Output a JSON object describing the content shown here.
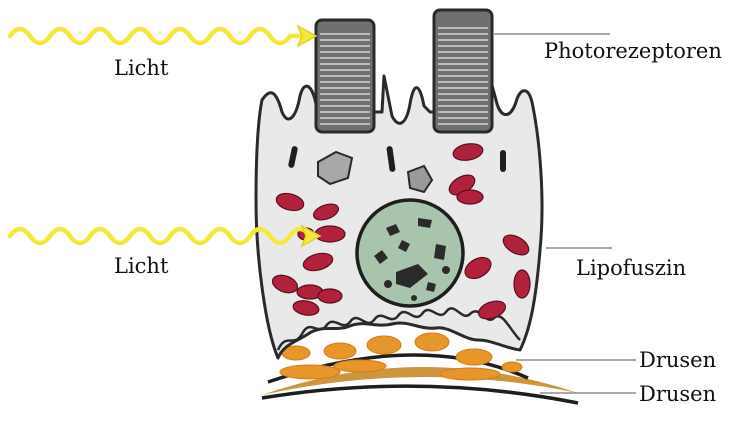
{
  "labels": {
    "licht_top": "Licht",
    "licht_mid": "Licht",
    "photoreceptors": "Photorezeptoren",
    "lipofuscin": "Lipofuszin",
    "drusen_upper": "Drusen",
    "drusen_lower": "Drusen"
  },
  "colors": {
    "light_wave": "#f5e83a",
    "cell_fill": "#e9e9e9",
    "outline": "#2a2a2a",
    "nucleus": "#a9c4ad",
    "granule": "#b0213c",
    "drusen": "#e8952a",
    "membrane_band": "#c98a2a",
    "pointer_line": "#777777"
  }
}
